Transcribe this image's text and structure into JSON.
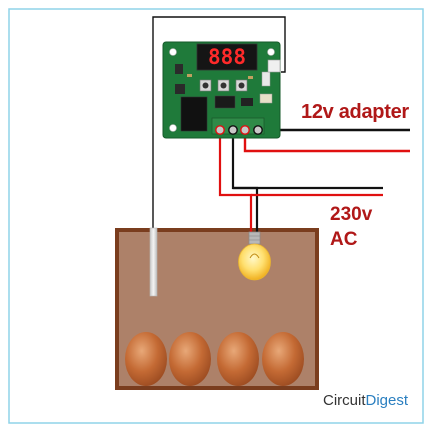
{
  "labels": {
    "adapter": "12v adapter",
    "ac_line1": "230v",
    "ac_line2": "AC"
  },
  "display": {
    "digits": "888"
  },
  "brand": {
    "part1": "Circuit",
    "part2": "Digest"
  },
  "colors": {
    "frame": "#8fd3e8",
    "pcb": "#1f7a3a",
    "pcb_light": "#2e8f4a",
    "digit_red": "#ff2a2a",
    "wire_red": "#e01010",
    "wire_black": "#111111",
    "box_fill": "#ad8169",
    "box_border": "#7a3d1e",
    "label_red": "#b01818",
    "brand_blue": "#2a7fc0"
  }
}
